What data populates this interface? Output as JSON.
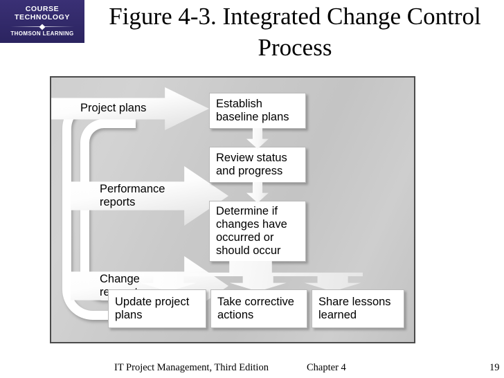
{
  "logo": {
    "line1": "COURSE TECHNOLOGY",
    "line2": "THOMSON LEARNING"
  },
  "slide": {
    "title": "Figure 4-3. Integrated Change Control Process"
  },
  "diagram": {
    "inputs": [
      {
        "id": "project-plans",
        "label": "Project plans"
      },
      {
        "id": "performance-reports",
        "label": "Performance\nreports"
      },
      {
        "id": "change-requests",
        "label": "Change\nrequests"
      }
    ],
    "process": [
      {
        "id": "establish-baseline-plans",
        "label": "Establish\nbaseline plans"
      },
      {
        "id": "review-status",
        "label": "Review status\nand progress"
      },
      {
        "id": "determine-changes",
        "label": "Determine if\nchanges have\noccurred or\nshould occur"
      }
    ],
    "outputs": [
      {
        "id": "update-project-plans",
        "label": "Update project\nplans"
      },
      {
        "id": "take-corrective-actions",
        "label": "Take corrective\nactions"
      },
      {
        "id": "share-lessons-learned",
        "label": "Share lessons\nlearned"
      }
    ],
    "connectors": {
      "baseline_to_review": "down-arrow",
      "review_to_determine": "down-arrow",
      "determine_to_outputs": "three-way-branch-down-arrow",
      "feedback_outer": "loop-update-plans-to-project-plans",
      "feedback_inner": "loop-update-plans-to-performance-reports"
    },
    "colors": {
      "panel_background": "#c9c9c9",
      "panel_border": "#4a4a4a",
      "box_fill": "#ffffff",
      "arrow_fill": "#f5f5f5",
      "text": "#000000"
    }
  },
  "footer": {
    "book": "IT Project Management, Third Edition",
    "chapter": "Chapter 4",
    "page": "19"
  }
}
